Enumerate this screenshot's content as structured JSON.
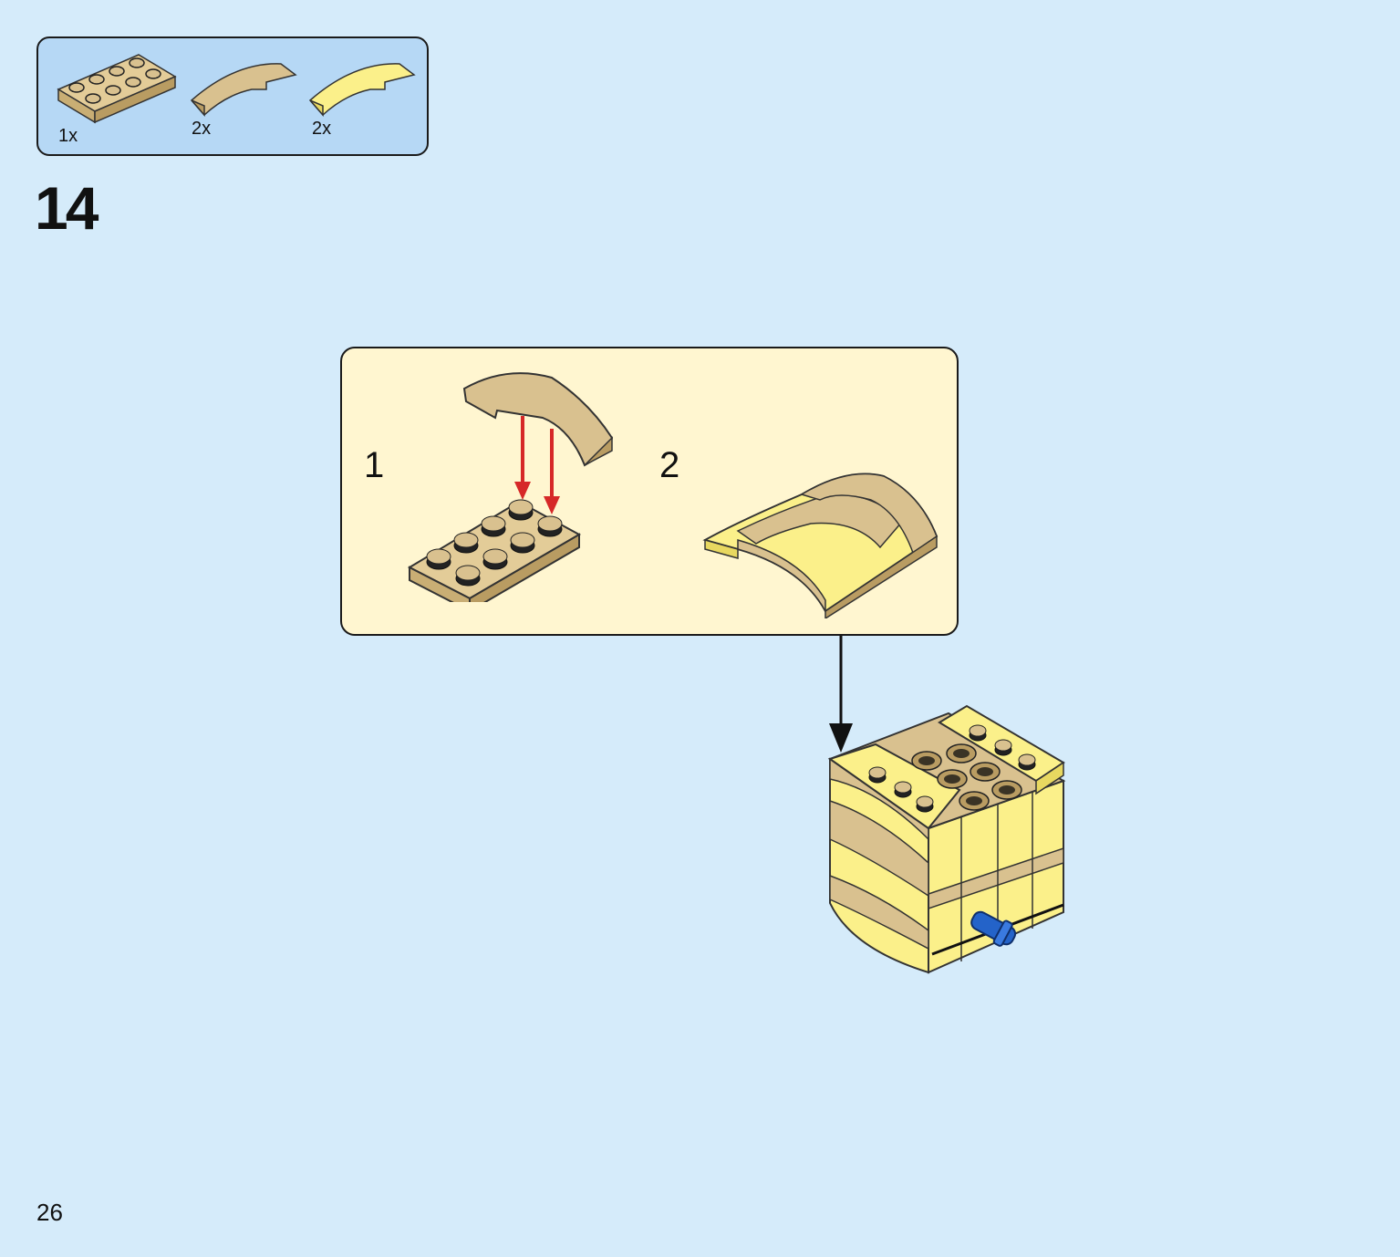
{
  "parts_list": [
    {
      "name": "tan-plate-2x4",
      "quantity": "1x"
    },
    {
      "name": "tan-curved-slope",
      "quantity": "2x"
    },
    {
      "name": "yellow-curved-slope",
      "quantity": "2x"
    }
  ],
  "step_number": "14",
  "sub_steps": [
    "1",
    "2"
  ],
  "page_number": "26",
  "colors": {
    "background": "#d5ebfa",
    "parts_box": "#b6d8f5",
    "sub_box": "#fff6d0",
    "tan": "#d9c18f",
    "yellow": "#fbf08a",
    "arrow_red": "#d62828",
    "blue": "#2463c9"
  }
}
